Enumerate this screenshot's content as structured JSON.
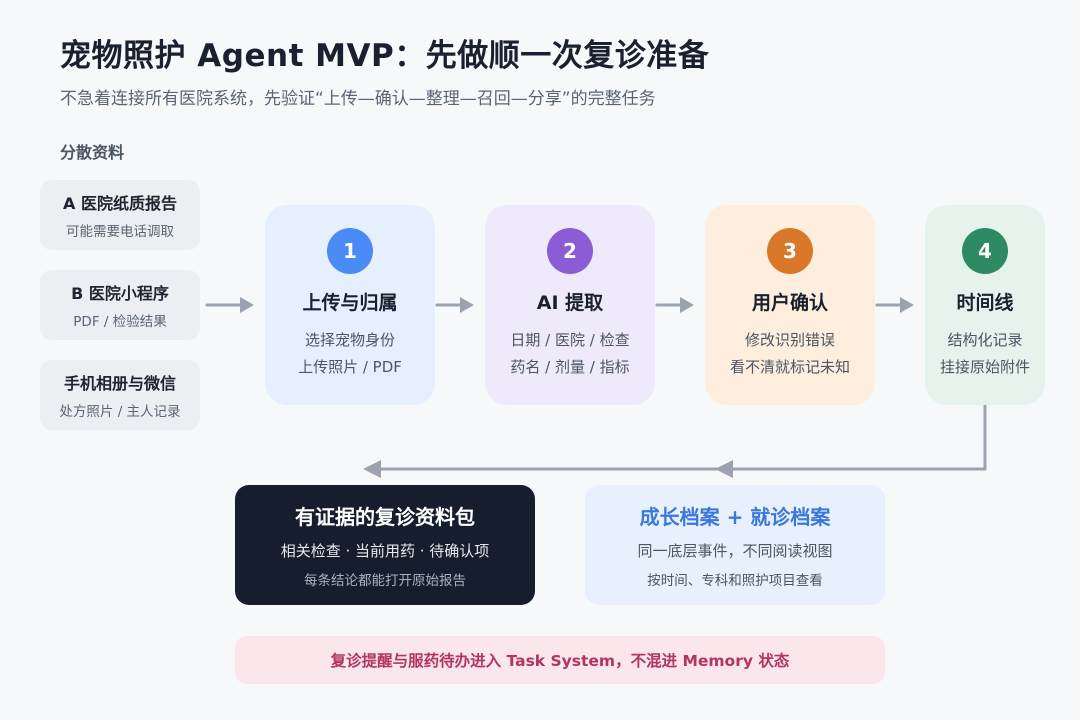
{
  "header": {
    "title": "宠物照护 Agent MVP：先做顺一次复诊准备",
    "subtitle": "不急着连接所有医院系统，先验证“上传—确认—整理—召回—分享”的完整任务"
  },
  "sources": {
    "label": "分散资料",
    "items": [
      {
        "title": "A 医院纸质报告",
        "sub": "可能需要电话调取"
      },
      {
        "title": "B 医院小程序",
        "sub": "PDF / 检验结果"
      },
      {
        "title": "手机相册与微信",
        "sub": "处方照片 / 主人记录"
      }
    ]
  },
  "steps": [
    {
      "num": "1",
      "name": "上传与归属",
      "line1": "选择宠物身份",
      "line2": "上传照片 / PDF",
      "color": "#4a8af4"
    },
    {
      "num": "2",
      "name": "AI 提取",
      "line1": "日期 / 医院 / 检查",
      "line2": "药名 / 剂量 / 指标",
      "color": "#8b5cd6"
    },
    {
      "num": "3",
      "name": "用户确认",
      "line1": "修改识别错误",
      "line2": "看不清就标记未知",
      "color": "#d9782a"
    },
    {
      "num": "4",
      "name": "时间线",
      "line1": "结构化记录",
      "line2": "挂接原始附件",
      "color": "#2e8a63"
    }
  ],
  "outputs": {
    "pack": {
      "title": "有证据的复诊资料包",
      "line1": "相关检查 · 当前用药 · 待确认项",
      "line2": "每条结论都能打开原始报告"
    },
    "archive": {
      "title": "成长档案 + 就诊档案",
      "line1": "同一底层事件，不同阅读视图",
      "line2": "按时间、专科和照护项目查看"
    }
  },
  "notice": "复诊提醒与服药待办进入 Task System，不混进 Memory 状态"
}
